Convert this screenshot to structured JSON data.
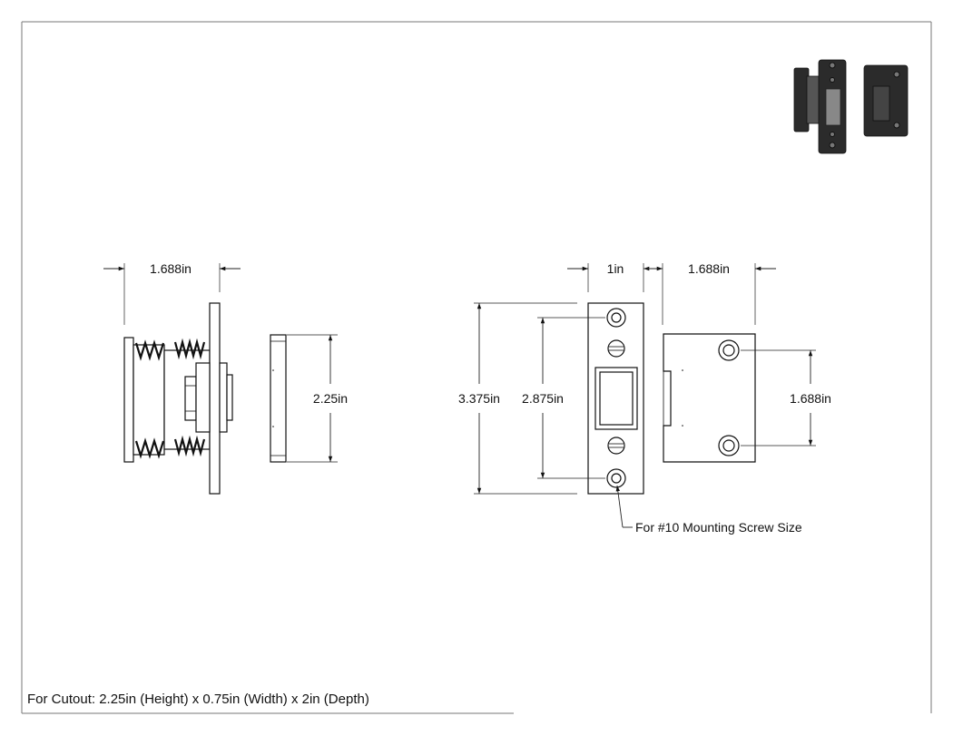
{
  "dimensions": {
    "side_width": "1.688in",
    "side_height": "2.25in",
    "front_width": "1in",
    "strike_width": "1.688in",
    "front_height_overall": "3.375in",
    "front_hole_spacing": "2.875in",
    "strike_hole_spacing": "1.688in"
  },
  "callout": {
    "mounting_screw": "For #10 Mounting Screw Size"
  },
  "footer": {
    "cutout_note": "For Cutout: 2.25in (Height) x 0.75in (Width) x  2in (Depth)"
  },
  "icons": {
    "product_thumbnail": "latch-and-strike-render-icon"
  }
}
